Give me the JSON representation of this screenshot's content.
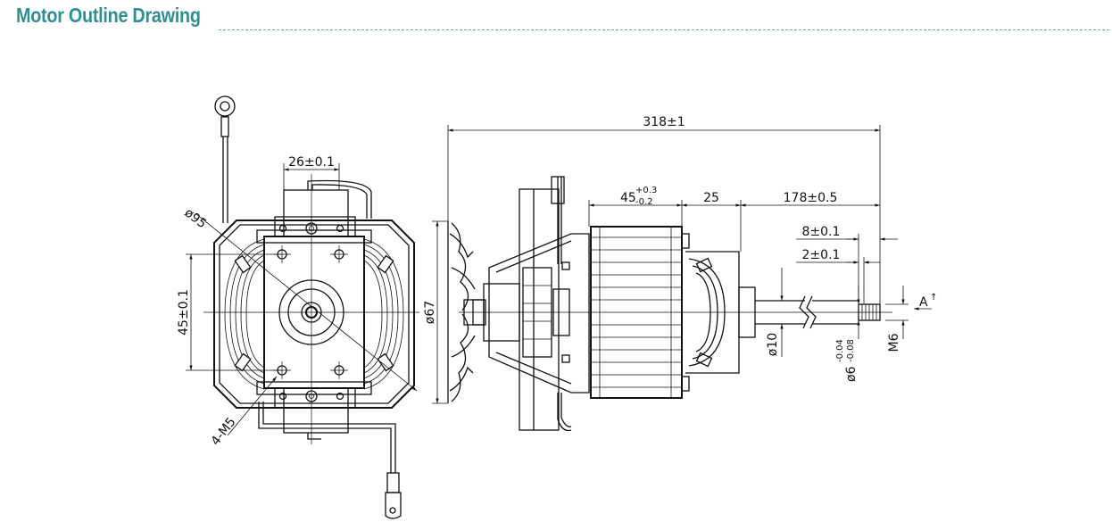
{
  "page": {
    "title": "Motor Outline Drawing"
  },
  "front_view": {
    "dim_width": "26±0.1",
    "dim_diameter": "ø95",
    "dim_height": "45±0.1",
    "dim_holes": "4-M5"
  },
  "side_view": {
    "dim_overall": "318±1",
    "dim_stack_main": "45",
    "dim_stack_tol_upper": "+0.3",
    "dim_stack_tol_lower": "-0.2",
    "dim_bracket": "25",
    "dim_shaft_length": "178±0.5",
    "dim_flat_length": "8±0.1",
    "dim_flat_offset": "2±0.1",
    "dim_fan_diameter": "ø67",
    "dim_shaft_diameter": "ø10",
    "dim_tip_main": "ø6",
    "dim_tip_tol_upper": "-0.04",
    "dim_tip_tol_lower": "-0.08",
    "dim_thread": "M6",
    "section_label": "A",
    "section_arrow": "↑"
  },
  "colors": {
    "title": "#2e8f95",
    "rule": "#6aa9c6",
    "ink": "#111111"
  }
}
